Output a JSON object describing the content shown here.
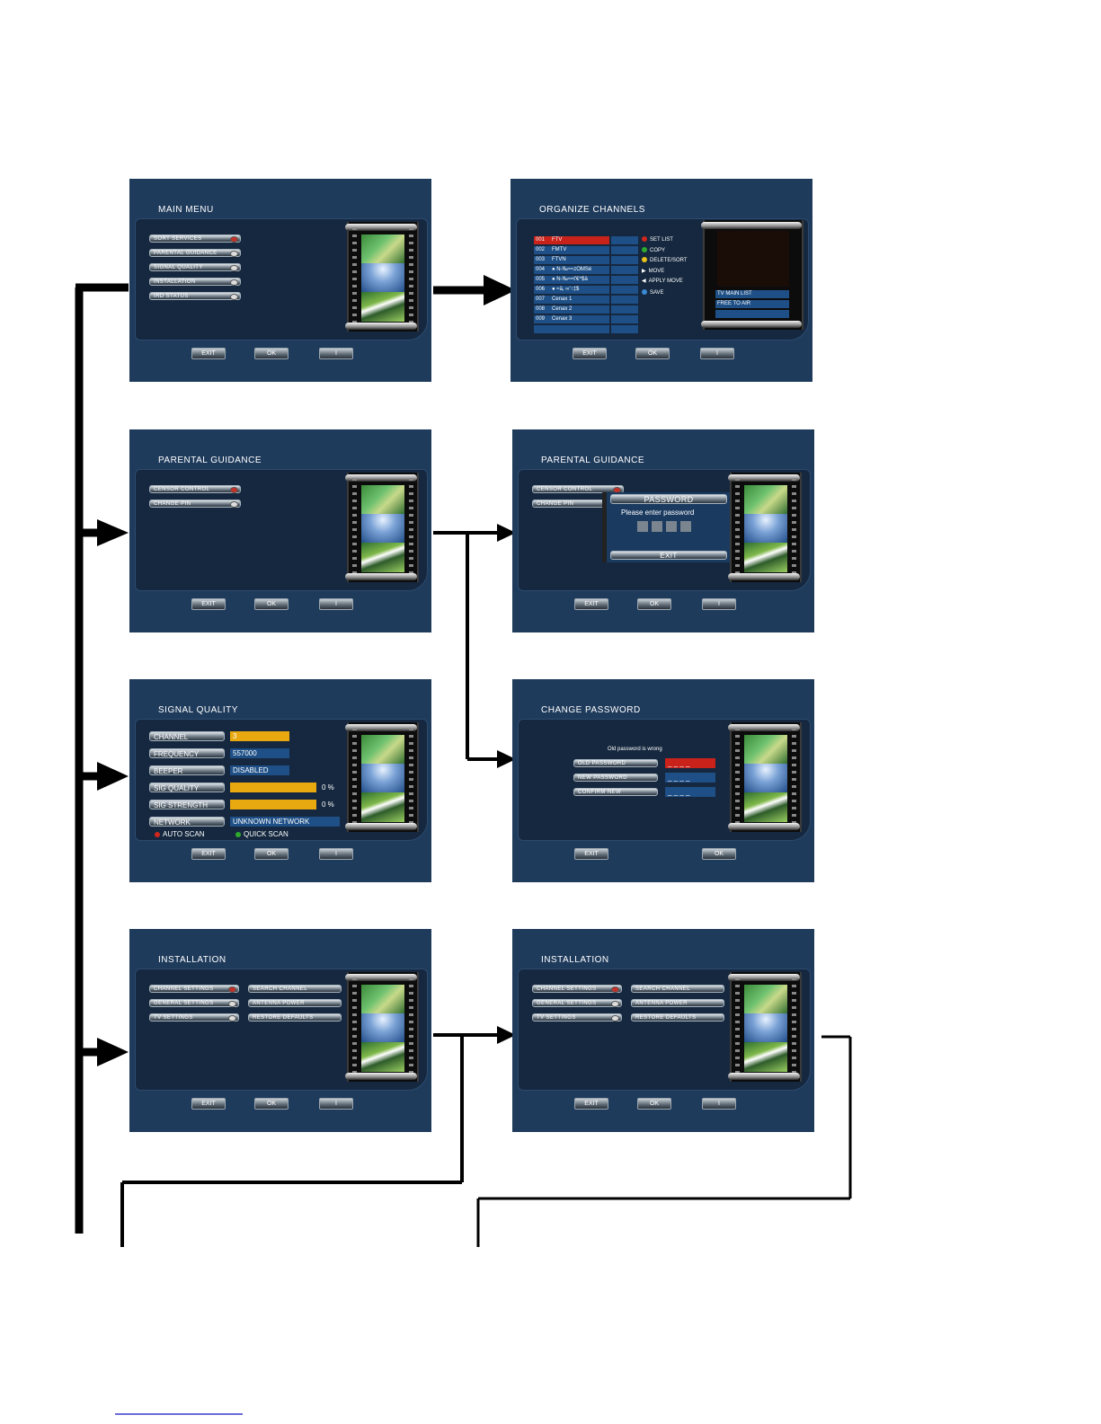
{
  "footer": {
    "exit": "EXIT",
    "ok": "OK",
    "i": "I"
  },
  "main_menu": {
    "title": "MAIN  MENU",
    "items": [
      "SORT  SERVICES",
      "PARENTAL  GUIDANCE",
      "SIGNAL  QUALITY",
      "INSTALLATION",
      "IRD  STATUS"
    ]
  },
  "organize": {
    "title": "ORGANIZE  CHANNELS",
    "channels": [
      {
        "num": "001",
        "name": "FTV"
      },
      {
        "num": "002",
        "name": "FMTV"
      },
      {
        "num": "003",
        "name": "FTVN"
      },
      {
        "num": "004",
        "name": "● N-‰≈≈zOMSé"
      },
      {
        "num": "005",
        "name": "● N-‰≈≈t'€^$ä"
      },
      {
        "num": "006",
        "name": "● ≈ä, ∞'↑‡$"
      },
      {
        "num": "007",
        "name": "Cenax 1"
      },
      {
        "num": "008",
        "name": "Cenax 2"
      },
      {
        "num": "009",
        "name": "Cenax 3"
      }
    ],
    "actions": [
      "SET LIST",
      "COPY",
      "DELETE/SORT",
      "MOVE",
      "APPLY MOVE",
      "SAVE"
    ],
    "lists": [
      "TV  MAIN  LIST",
      "FREE TO AIR"
    ]
  },
  "parental": {
    "title": "PARENTAL  GUIDANCE",
    "items": [
      "CENSOR  CONTROL",
      "CHANGE  PIN"
    ]
  },
  "password_dialog": {
    "title": "PASSWORD",
    "prompt": "Please enter password",
    "exit": "EXIT"
  },
  "signal": {
    "title": "SIGNAL  QUALITY",
    "labels": [
      "CHANNEL",
      "FREQUENCY",
      "BEEPER",
      "SIG QUALITY",
      "SIG STRENGTH",
      "NETWORK"
    ],
    "channel": "3",
    "frequency": "557000",
    "beeper": "DISABLED",
    "quality_pct": "0  %",
    "strength_pct": "0  %",
    "network": "UNKNOWN NETWORK",
    "auto_scan": "AUTO SCAN",
    "quick_scan": "QUICK SCAN"
  },
  "change_password": {
    "title": "CHANGE PASSWORD",
    "error": "Old password is wrong",
    "labels": [
      "OLD  PASSWORD",
      "NEW  PASSWORD",
      "CONFIRM  NEW"
    ],
    "mask": "_  _  _  _"
  },
  "installation": {
    "title": "INSTALLATION",
    "left": [
      "CHANNEL  SETTINGS",
      "GENERAL  SETTINGS",
      "TV  SETTINGS"
    ],
    "right": [
      "SEARCH  CHANNEL",
      "ANTENNA  POWER",
      "RESTORE  DEFAULTS"
    ]
  }
}
